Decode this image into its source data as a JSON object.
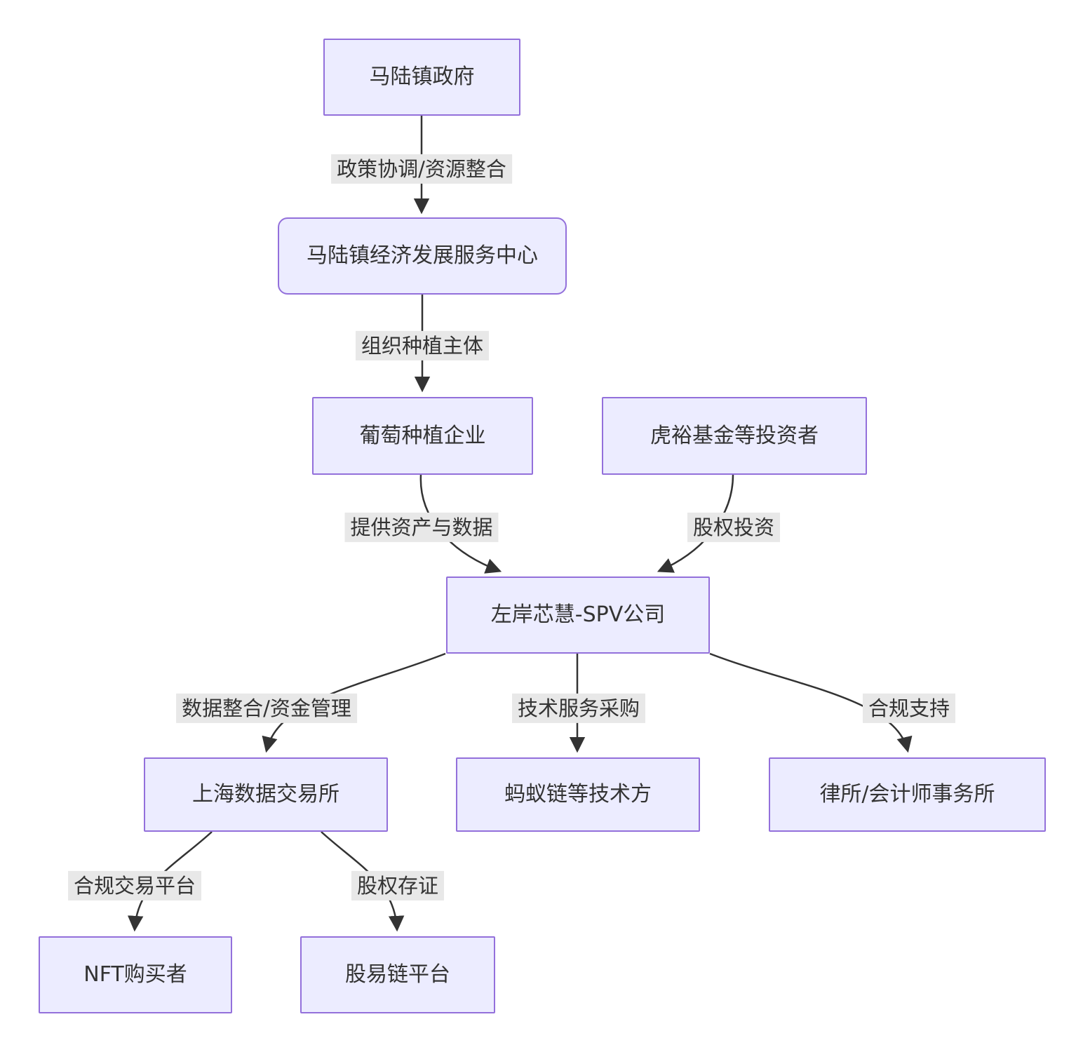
{
  "diagram": {
    "title": "",
    "nodes": [
      {
        "id": "gov",
        "label": "马陆镇政府",
        "shape": "rect"
      },
      {
        "id": "center",
        "label": "马陆镇经济发展服务中心",
        "shape": "rounded"
      },
      {
        "id": "grape",
        "label": "葡萄种植企业",
        "shape": "rect"
      },
      {
        "id": "fund",
        "label": "虎裕基金等投资者",
        "shape": "rect"
      },
      {
        "id": "spv",
        "label": "左岸芯慧-SPV公司",
        "shape": "rect"
      },
      {
        "id": "shde",
        "label": "上海数据交易所",
        "shape": "rect"
      },
      {
        "id": "ant",
        "label": "蚂蚁链等技术方",
        "shape": "rect"
      },
      {
        "id": "law",
        "label": "律所/会计师事务所",
        "shape": "rect"
      },
      {
        "id": "nft",
        "label": "NFT购买者",
        "shape": "rect"
      },
      {
        "id": "gyl",
        "label": "股易链平台",
        "shape": "rect"
      }
    ],
    "edges": [
      {
        "from": "gov",
        "to": "center",
        "label": "政策协调/资源整合"
      },
      {
        "from": "center",
        "to": "grape",
        "label": "组织种植主体"
      },
      {
        "from": "grape",
        "to": "spv",
        "label": "提供资产与数据"
      },
      {
        "from": "fund",
        "to": "spv",
        "label": "股权投资"
      },
      {
        "from": "spv",
        "to": "shde",
        "label": "数据整合/资金管理"
      },
      {
        "from": "spv",
        "to": "ant",
        "label": "技术服务采购"
      },
      {
        "from": "spv",
        "to": "law",
        "label": "合规支持"
      },
      {
        "from": "shde",
        "to": "nft",
        "label": "合规交易平台"
      },
      {
        "from": "shde",
        "to": "gyl",
        "label": "股权存证"
      }
    ],
    "colors": {
      "node_fill": "#ECECFF",
      "node_border": "#9370DB",
      "edge_line": "#333333",
      "edge_label_bg": "#e8e8e8",
      "text": "#333333",
      "background": "#ffffff"
    }
  }
}
